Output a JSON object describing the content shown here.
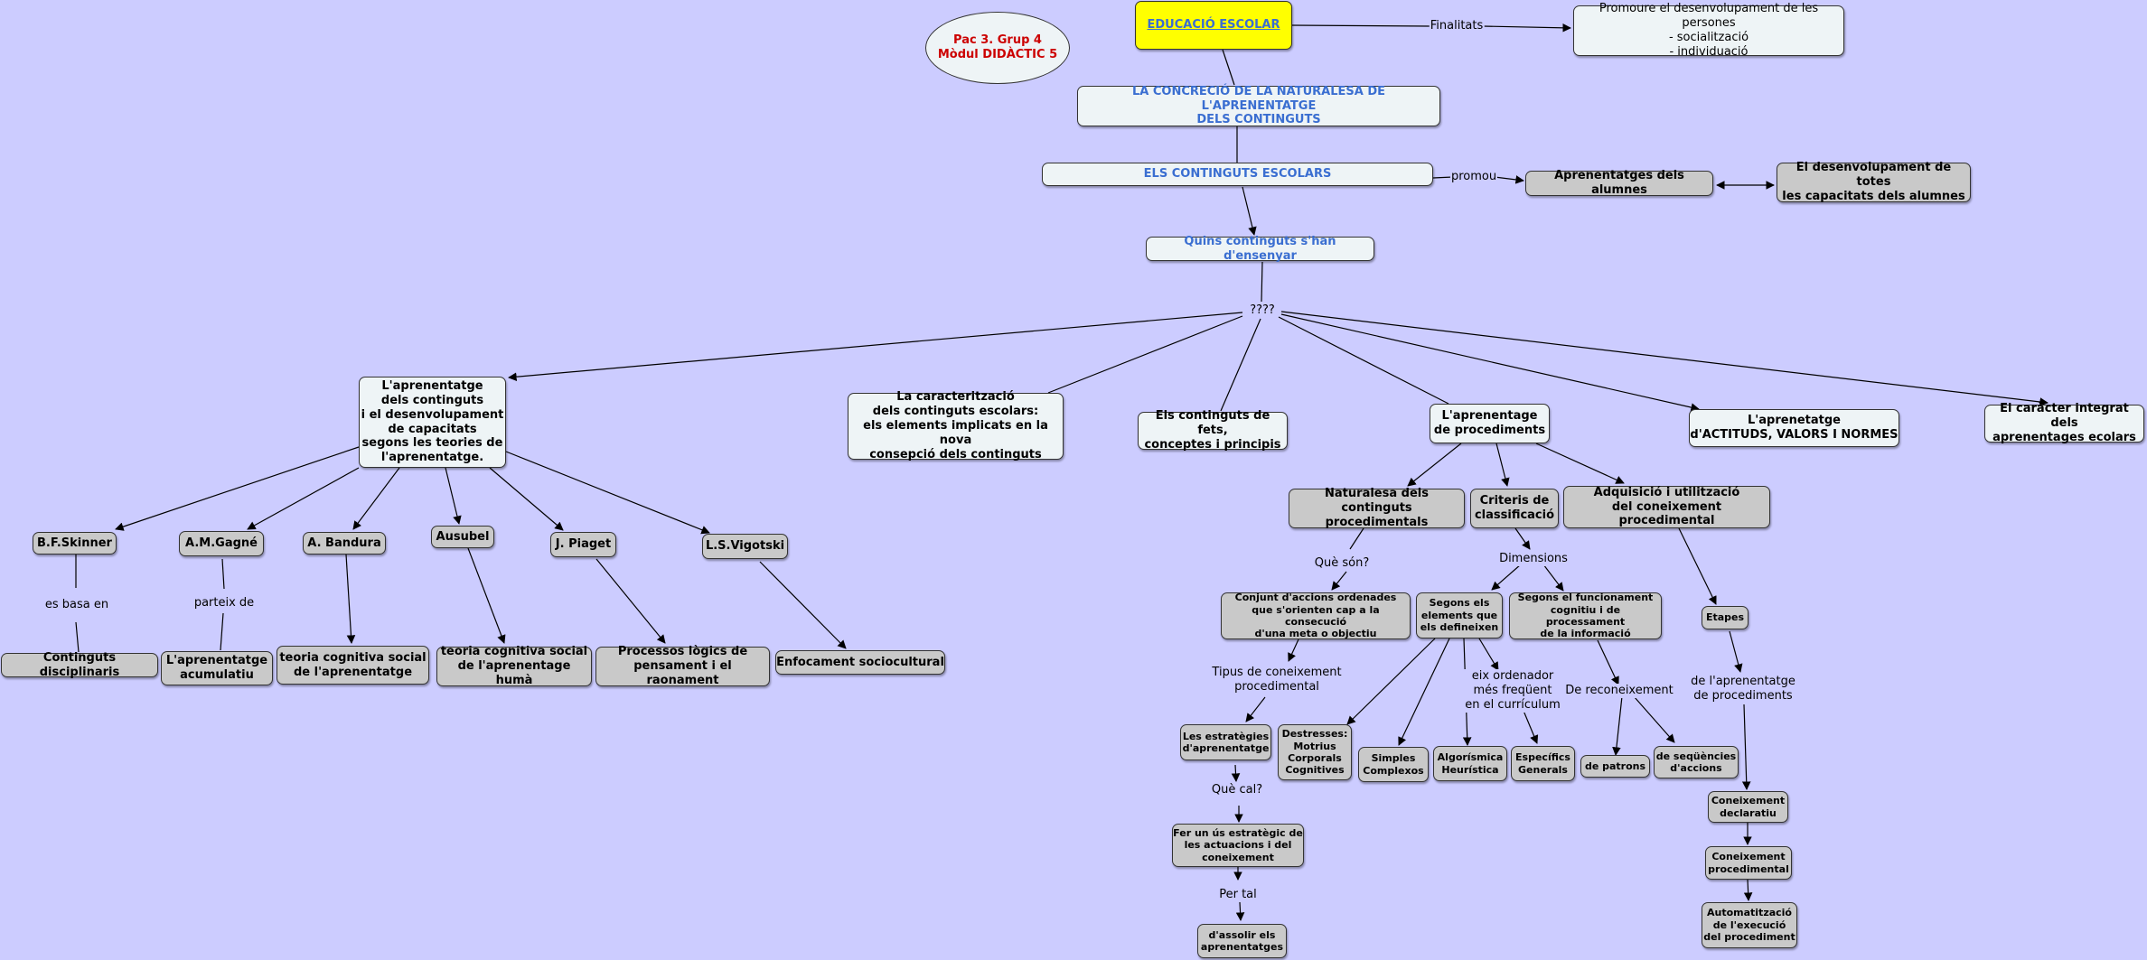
{
  "header": {
    "info": "Pac 3. Grup 4\nMòdul DIDÀCTIC 5",
    "root": "EDUCACIÓ ESCOLAR",
    "finalitats_label": "Finalitats",
    "finalitats": "Promoure el desenvolupament de les persones\n- socialització\n- individuació",
    "concrecio": "LA CONCRECIÓ DE LA NATURALESA DE L'APRENENTATGE\nDELS CONTINGUTS",
    "continguts": "ELS CONTINGUTS ESCOLARS",
    "promou_label": "promou",
    "aprenentatges": "Aprenentatges dels alumnes",
    "desenvolupament": "El desenvolupament de totes\nles capacitats dels alumnes",
    "quins": "Quins continguts s'han d'ensenyar",
    "question": "????"
  },
  "branches": {
    "teories": "L'aprenentatge\ndels continguts\ni el desenvolupament\nde capacitats\nsegons les teories de\nl'aprenentatge.",
    "caracteritzacio": "La caracterització\ndels continguts escolars:\nels elements implicats en la nova\nconsepció dels continguts",
    "fets": "Els continguts de fets,\nconceptes i principis",
    "procediments": "L'aprenentage\nde procediments",
    "actituds": "L'aprenetatge\nd'ACTITUDS, VALORS I NORMES",
    "integrat": "El caràcter integrat dels\naprenentages ecolars"
  },
  "authors": {
    "skinner": "B.F.Skinner",
    "skinner_link": "es basa en",
    "skinner_result": "Continguts disciplinaris",
    "gagne": "A.M.Gagné",
    "gagne_link": "parteix de",
    "gagne_result": "L'aprenentatge\nacumulatiu",
    "bandura": "A. Bandura",
    "bandura_result": "teoria cognitiva social\nde l'aprenentatge",
    "ausubel": "Ausubel",
    "ausubel_result": "teoria cognitiva social\nde l'aprenentage humà",
    "piaget": "J. Piaget",
    "piaget_result": "Processos lògics de\npensament i el raonament",
    "vigotski": "L.S.Vigotski",
    "vigotski_result": "Enfocament sociocultural"
  },
  "procediments": {
    "naturalesa": "Naturalesa dels\ncontinguts procedimentals",
    "criteris": "Criteris de\nclassificació",
    "adquisicio": "Adquisició i utilització\ndel coneixement procedimental",
    "que_son": "Què són?",
    "conjunt": "Conjunt d'accions ordenades\nque s'orienten cap a la consecució\nd'una meta o objectiu",
    "tipus": "Tipus de coneixement\nprocedimental",
    "estrategies": "Les estratègies\nd'aprenentatge",
    "que_cal": "Què cal?",
    "fer_us": "Fer un ús estratègic de\nles actuacions i del\nconeixement",
    "per_tal": "Per tal",
    "assolir": "d'assolir els\naprenentatges",
    "dimensions": "Dimensions",
    "segons_elements": "Segons els\nelements que\nels defineixen",
    "segons_funcionament": "Segons el  funcionament\ncognitiu i de processament\nde la informació",
    "destresses": "Destresses:\nMotrius\nCorporals\nCognitives",
    "simples": "Simples\nComplexos",
    "algoritmica": "Algorísmica\nHeurística",
    "eix": "eix ordenador\nmés freqüent\nen el currículum",
    "especifics": "Específics\nGenerals",
    "de_reconeixement": "De reconeixement",
    "patrons": "de patrons",
    "sequencies": "de seqüències\nd'accions",
    "etapes": "Etapes",
    "de_aprenentatge": "de l'aprenentatge\nde procediments",
    "declaratiu": "Coneixement\ndeclaratiu",
    "procedimental": "Coneixement\nprocedimental",
    "automatitzacio": "Automatització\nde l'execució\ndel procediment"
  },
  "colors": {
    "background": "#ccccff",
    "light_node": "#eef4f6",
    "gray_node": "#c9c9c9",
    "root_node": "#ffff00",
    "title_text": "#3a6ed1",
    "info_text": "#cc0000"
  }
}
